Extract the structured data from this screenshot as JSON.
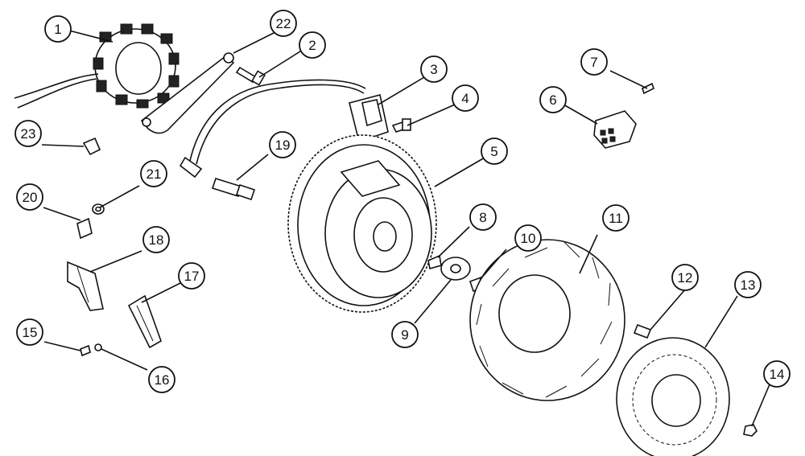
{
  "callouts": [
    {
      "n": "1"
    },
    {
      "n": "2"
    },
    {
      "n": "3"
    },
    {
      "n": "4"
    },
    {
      "n": "5"
    },
    {
      "n": "6"
    },
    {
      "n": "7"
    },
    {
      "n": "8"
    },
    {
      "n": "9"
    },
    {
      "n": "10"
    },
    {
      "n": "11"
    },
    {
      "n": "12"
    },
    {
      "n": "13"
    },
    {
      "n": "14"
    },
    {
      "n": "15"
    },
    {
      "n": "16"
    },
    {
      "n": "17"
    },
    {
      "n": "18"
    },
    {
      "n": "19"
    },
    {
      "n": "20"
    },
    {
      "n": "21"
    },
    {
      "n": "22"
    },
    {
      "n": "23"
    }
  ],
  "colors": {
    "ink": "#111111",
    "paper": "#ffffff"
  }
}
